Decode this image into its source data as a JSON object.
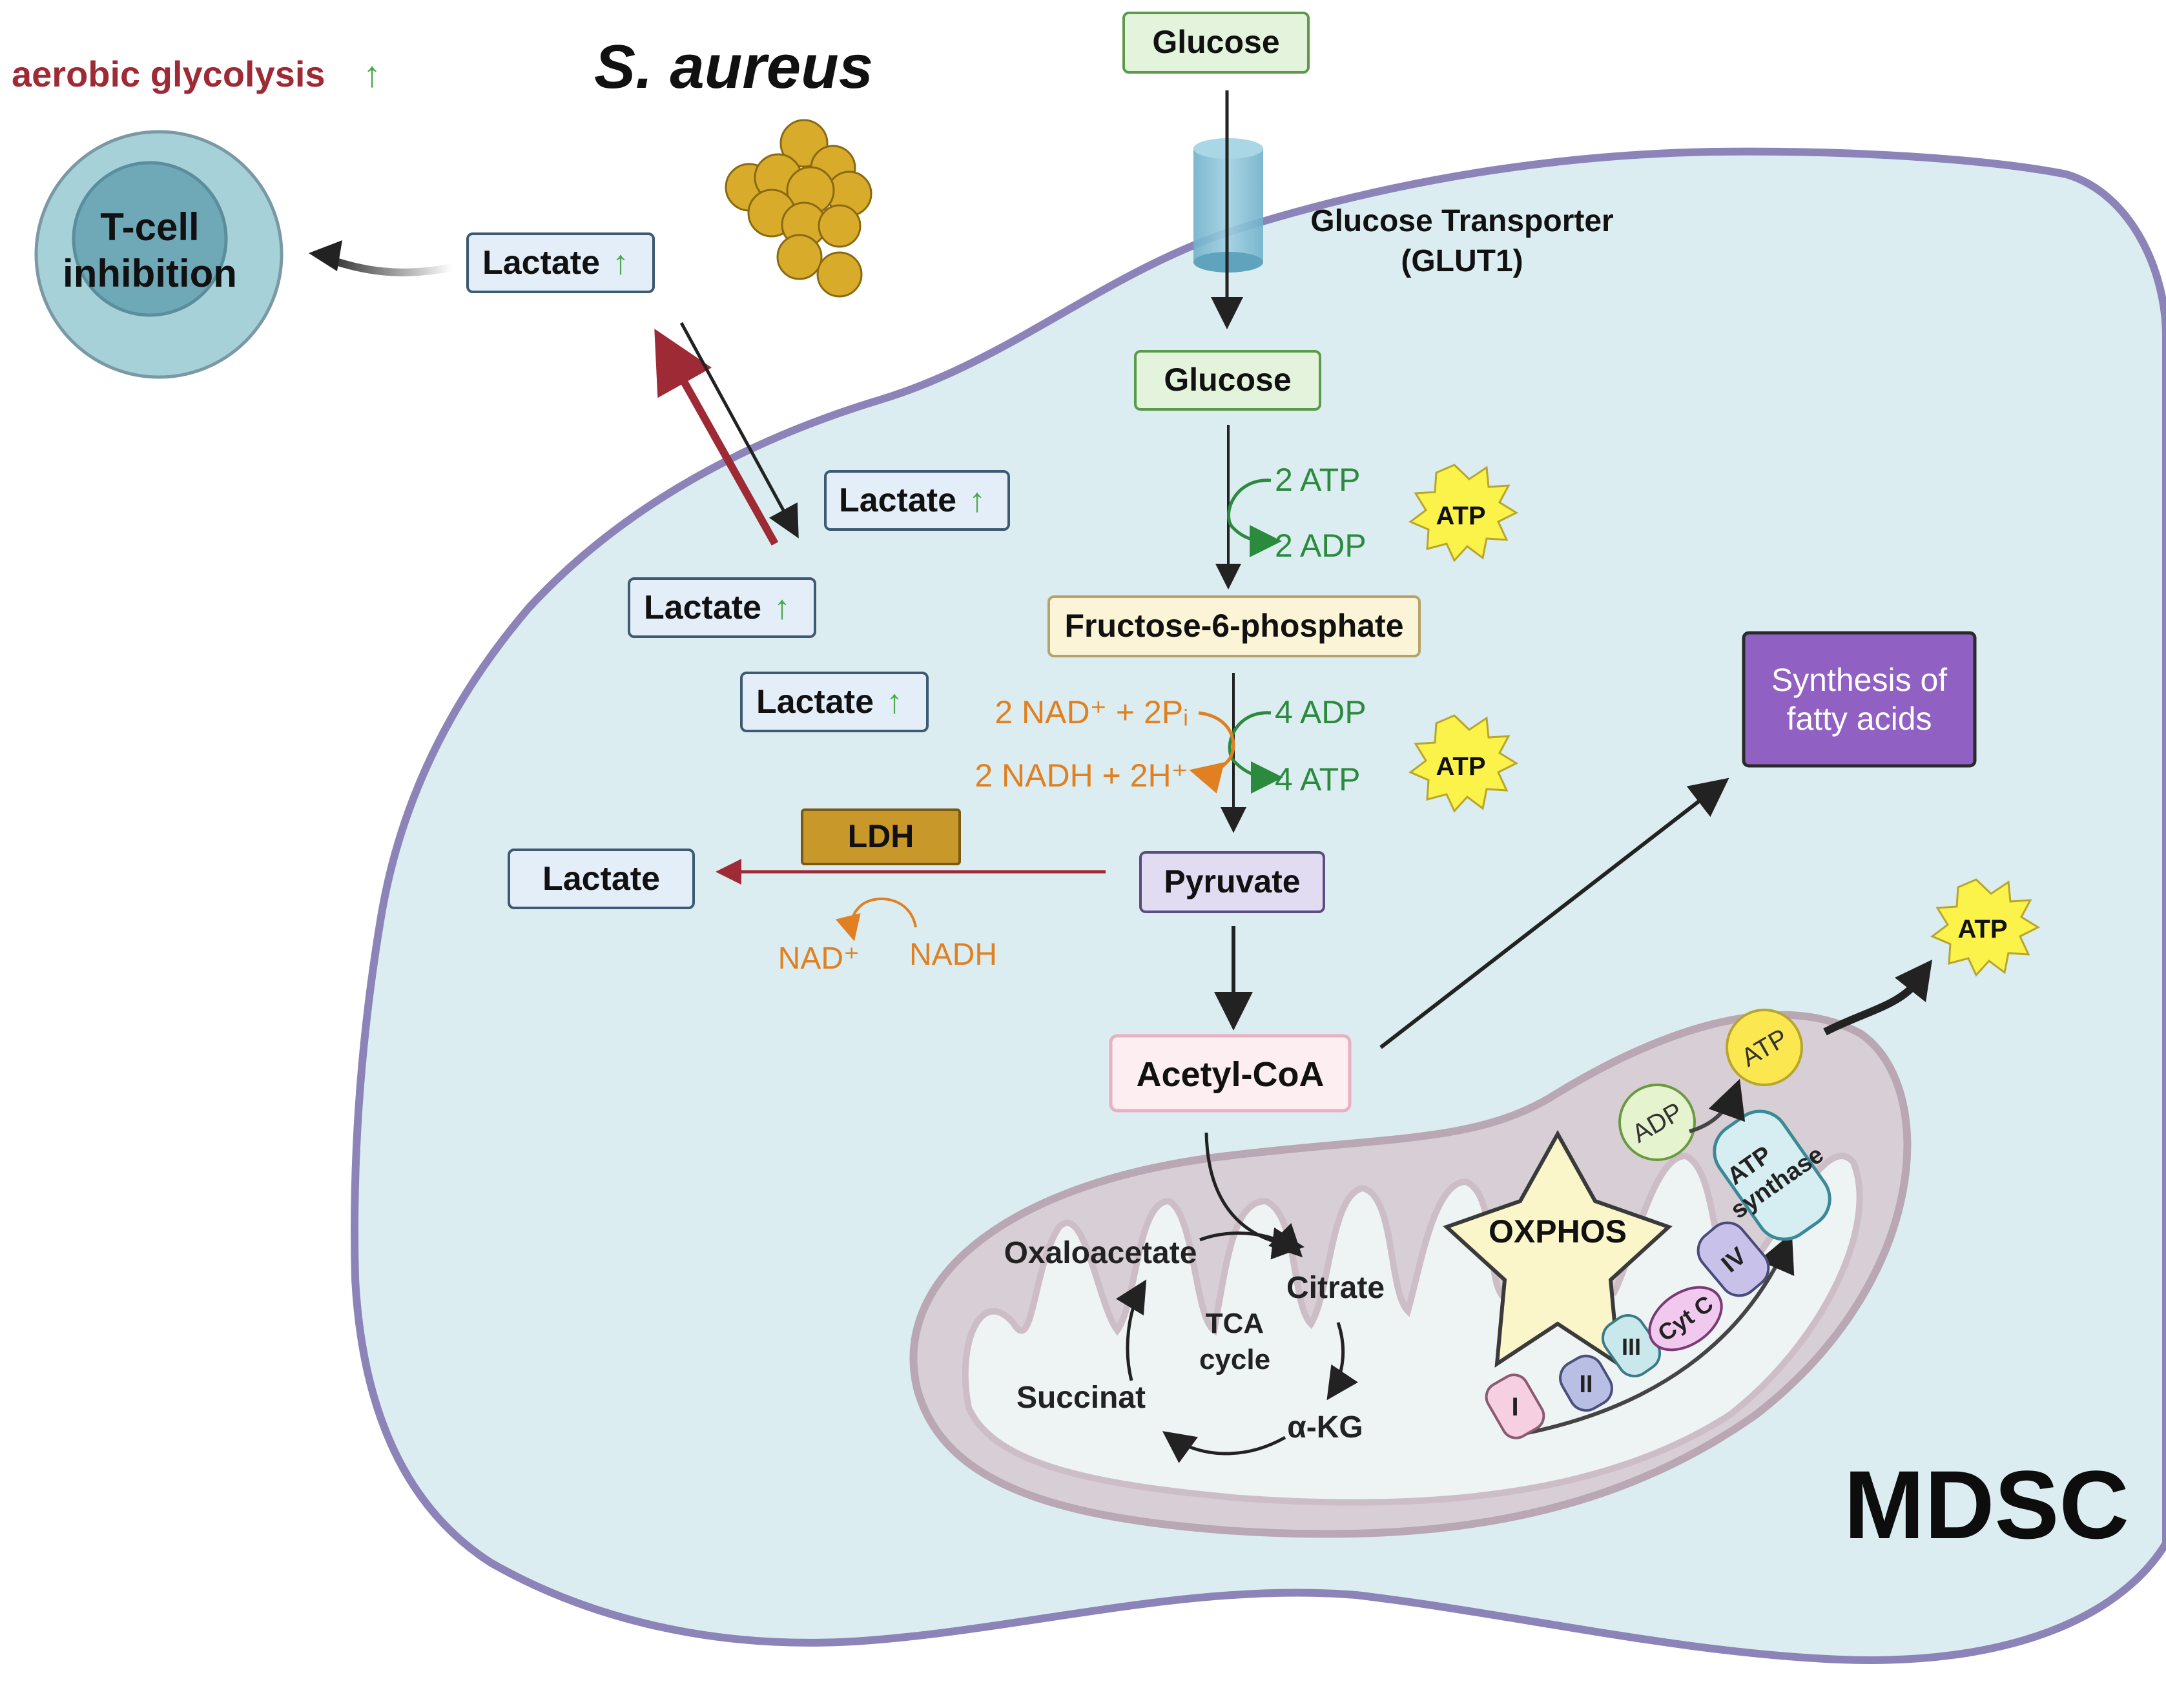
{
  "labels": {
    "aerobic": "aerobic glycolysis",
    "up_arrow": "↑",
    "species": "S. aureus",
    "tcell_line1": "T-cell",
    "tcell_line2": "inhibition",
    "lactate": "Lactate",
    "glucose": "Glucose",
    "transporter_line1": "Glucose Transporter",
    "transporter_line2": "(GLUT1)",
    "atp2": "2 ATP",
    "adp2": "2 ADP",
    "atp": "ATP",
    "f6p": "Fructose-6-phosphate",
    "nad_2pi": "2 NAD⁺ + 2Pᵢ",
    "nadh_2h": "2 NADH + 2H⁺",
    "adp4": "4 ADP",
    "atp4": "4 ATP",
    "ldh": "LDH",
    "pyruvate": "Pyruvate",
    "nad": "NAD⁺",
    "nadh": "NADH",
    "fatty_line1": "Synthesis of",
    "fatty_line2": "fatty acids",
    "acetyl": "Acetyl-CoA",
    "oxaloacetate": "Oxaloacetate",
    "citrate": "Citrate",
    "tca_line1": "TCA",
    "tca_line2": "cycle",
    "succinat": "Succinat",
    "akg": "α-KG",
    "oxphos": "OXPHOS",
    "adp": "ADP",
    "synthase_line1": "ATP",
    "synthase_line2": "synthase",
    "complex1": "I",
    "complex2": "II",
    "complex3": "III",
    "cytc": "Cyt C",
    "complex4": "IV",
    "mdsc": "MDSC"
  },
  "colors": {
    "cell_fill": "#dcedf1",
    "cell_stroke": "#8c84b8",
    "glycolysis_red": "#9e2a35",
    "up_green": "#4aa84a",
    "atp_green": "#2b8a3e",
    "nad_orange": "#e08020",
    "lactate_box": "#e4eef9",
    "lactate_border": "#3d5a73",
    "glucose_box": "#e3f3dc",
    "glucose_border": "#5a9a4a",
    "f6p_box": "#fbf4d6",
    "pyruvate_box": "#e2dcf2",
    "acetyl_box": "#fdeef2",
    "fatty_box": "#9061c2",
    "ldh_box": "#c9982a",
    "atp_star": "#fbf24a",
    "mito_fill": "#d8cfd6",
    "mito_stroke": "#b9a7b3"
  }
}
